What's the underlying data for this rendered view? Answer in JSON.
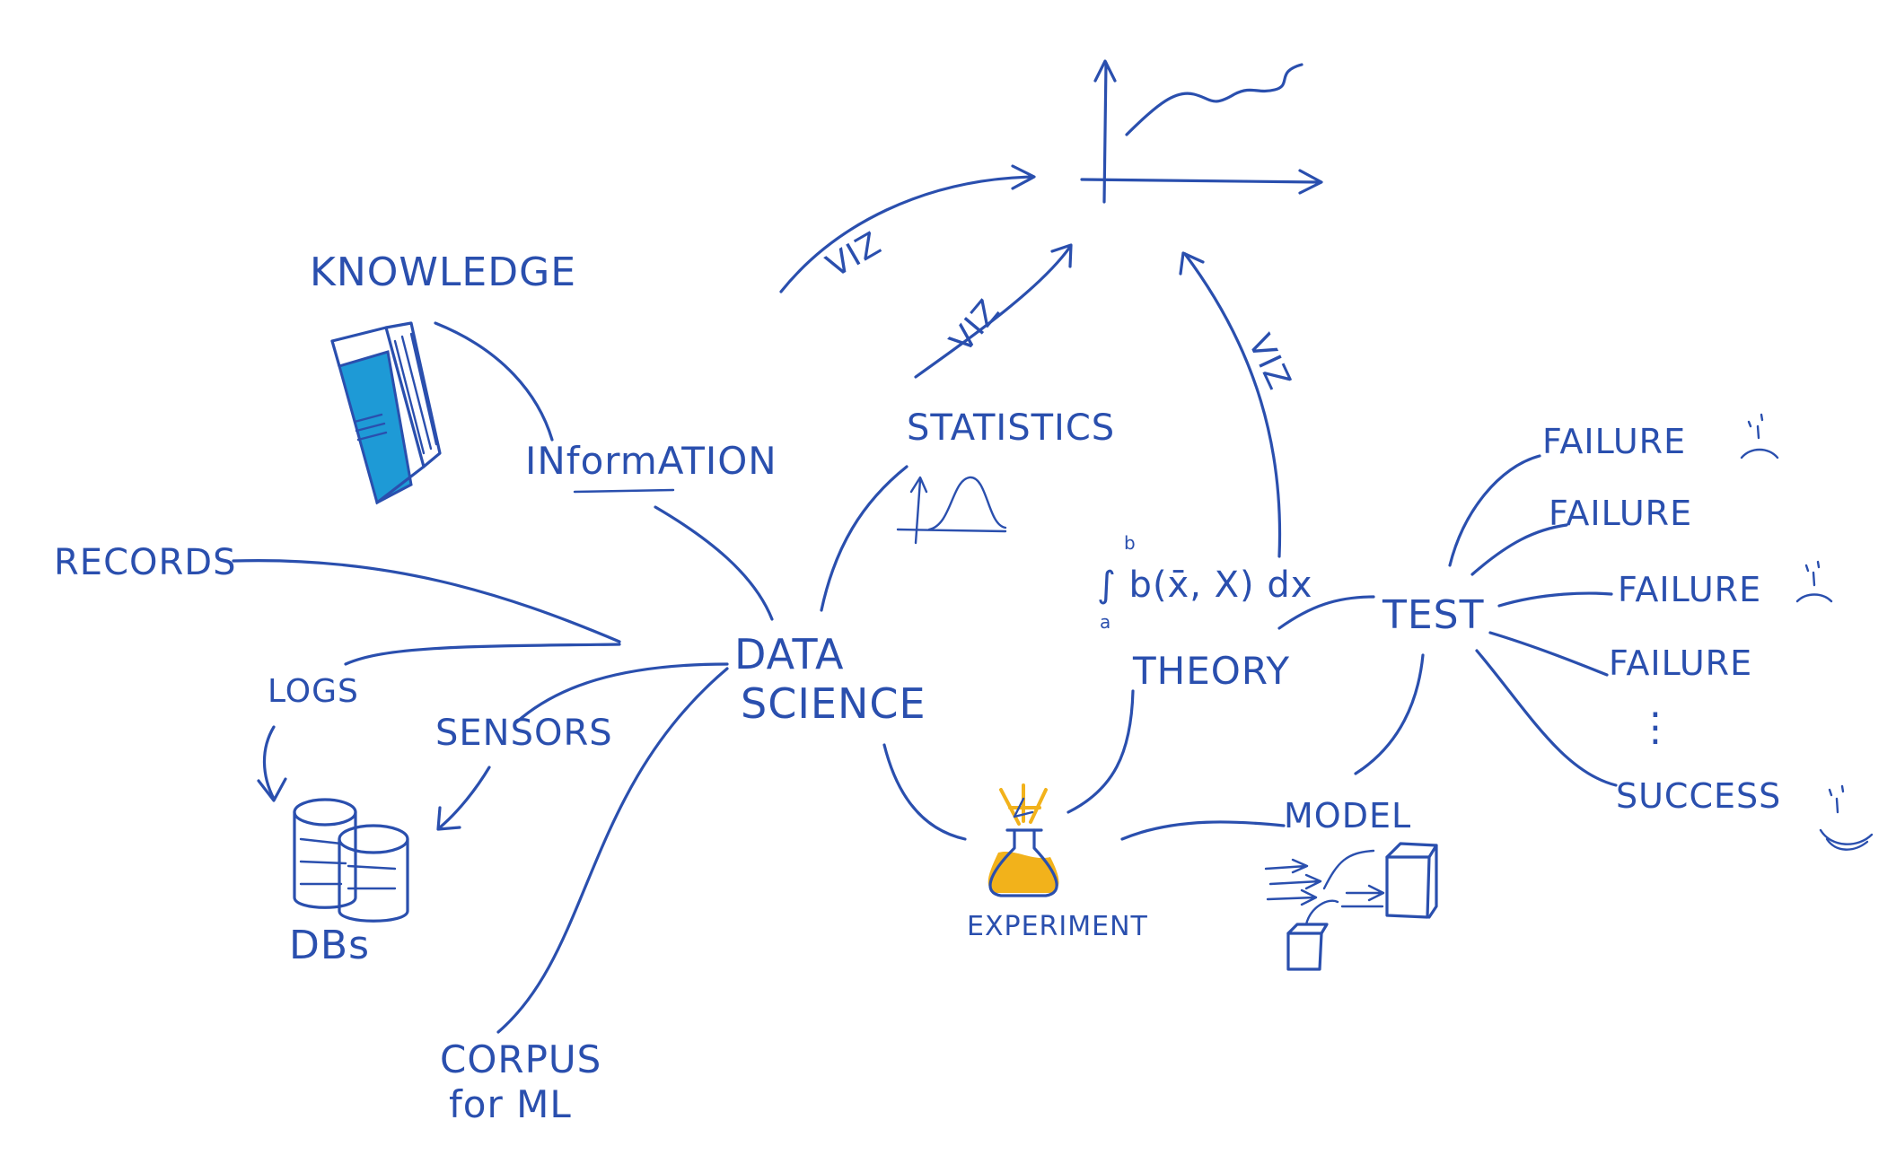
{
  "nodes": {
    "knowledge": "KNOWLEDGE",
    "information": "INformATION",
    "records": "RECORDS",
    "logs": "LOGS",
    "sensors": "SENSORS",
    "dbs": "DBs",
    "corpus_line1": "CORPUS",
    "corpus_line2": "for ML",
    "data_line1": "DATA",
    "data_line2": "SCIENCE",
    "statistics": "STATISTICS",
    "theory": "THEORY",
    "formula": "∫ b(x̄, X) dx",
    "formula_upper": "b",
    "formula_lower": "a",
    "test": "TEST",
    "experiment": "EXPERIMENT",
    "model": "MODEL",
    "failure_1": "FAILURE",
    "failure_2": "FAILURE",
    "failure_3": "FAILURE",
    "failure_4": "FAILURE",
    "ellipsis": "⋮",
    "success": "SUCCESS"
  },
  "edge_labels": {
    "viz_left": "VIZ",
    "viz_middle": "VIZ",
    "viz_right": "VIZ"
  },
  "icons": [
    "book-icon",
    "database-icon",
    "bell-curve-icon",
    "flask-icon",
    "model-box-icon",
    "chart-axes-icon",
    "sad-face-icon",
    "happy-face-icon"
  ],
  "colors": {
    "ink": "#2a4fae",
    "book_fill": "#1e9ad6",
    "flask_liquid": "#f2b21b"
  }
}
